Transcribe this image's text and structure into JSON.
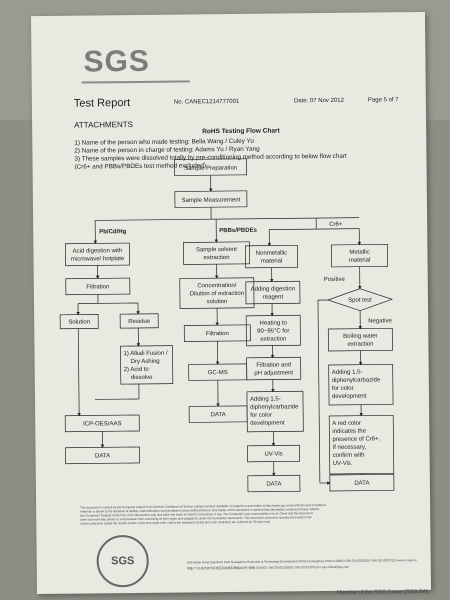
{
  "header": {
    "logo": "SGS",
    "title": "Test Report",
    "report_no": "No. CANEC1214777001",
    "date": "Date: 07 Nov 2012",
    "page": "Page 5 of 7"
  },
  "attachments": "ATTACHMENTS",
  "flow_title": "RoHS Testing Flow Chart",
  "notes": [
    "1) Name of the person who made testing: Bella Wang / Culey Yu",
    "2) Name of the person in charge of testing: Adams Yu / Ryan Yang",
    "3) These samples were dissolved totally by pre-conditioning method according to below flow chart",
    "(Cr6+ and PBBs/PBDEs test method excluded)."
  ],
  "flow": {
    "sample_prep": "Sample Preparation",
    "sample_meas": "Sample Measurement",
    "branch_metal": "Pb/Cd/Hg",
    "branch_pbb": "PBBs/PBDEs",
    "branch_cr": "Cr6+",
    "acid_digestion": [
      "Acid digestion with",
      "microwave/ hotplate"
    ],
    "filtration": "Filtration",
    "solution": "Solution",
    "residue": "Residue",
    "alkali": [
      "1) Alkali Fusion /",
      "Dry Ashing",
      "2)  Acid      to",
      "dissolve"
    ],
    "icp": "ICP-OES/AAS",
    "data": "DATA",
    "solvent": [
      "Sample solvent",
      "extraction"
    ],
    "concentration": [
      "Concentration/",
      "Dilution of extraction",
      "solution"
    ],
    "filtration2": "Filtration",
    "gcms": "GC-MS",
    "nonmetallic": [
      "Nonmetallic",
      "material"
    ],
    "metallic": [
      "Metallic",
      "material"
    ],
    "adding_reagent": [
      "Adding digestion",
      "reagent"
    ],
    "heating": [
      "Heating to",
      "90~95°C  for",
      "extraction"
    ],
    "filt_ph": [
      "Filtration and",
      "pH adjustment"
    ],
    "adding_dpc": [
      "Adding       1,5-",
      "diphenylcarbazide",
      "for        color",
      "development"
    ],
    "uvvis": "UV-Vis",
    "positive": "Positive",
    "negative": "Negative",
    "spot_test": "Spot test",
    "boiling": [
      "Boiling water",
      "extraction"
    ],
    "adding_dpc2": [
      "Adding       1,5-",
      "diphenylcarbazide",
      "for        color",
      "development"
    ],
    "red_color": [
      "A      red    color",
      "indicates         the",
      "presence of Cr6+.",
      "If        necessary,",
      "confirm        with",
      "UV-Vis."
    ]
  },
  "footer": {
    "fine": [
      "This document is issued by the Company subject to its General Conditions of Service printed overleaf, available on request or accessible at http://www.sgs.com/en/Terms-and-Conditions.",
      "Attention is drawn to the limitation of liability, indemnification and jurisdiction issues defined therein. Any holder of this document is advised that information contained hereon reflects",
      "the Company's findings at the time of its intervention only and within the limits of Client's instructions, if any. The Company's sole responsibility is to its Client and this document",
      "does not exonerate parties to a transaction from exercising all their rights and obligations under the transaction documents. This document cannot be reproduced except in full.",
      "Unless otherwise stated the results shown in this test report refer only to the sample(s) tested and such sample(s) are retained for 30 days only.",
      "198 Kezhu Road,Scientech Park Guangzhou Economic & Technology Development District,Guangzhou,China 510663   t (86-20) 82155555   f (86-20) 82075113   www.cn.sgs.com",
      "中国·广州·经济技术开发区科学城科珠路198号   邮编: 510663   t (86-20) 82155555   f (86-20) 82075113   e sgs.china@sgs.com"
    ],
    "seal": "SGS",
    "member": "Member of the SGS Group (SGS SA)"
  }
}
